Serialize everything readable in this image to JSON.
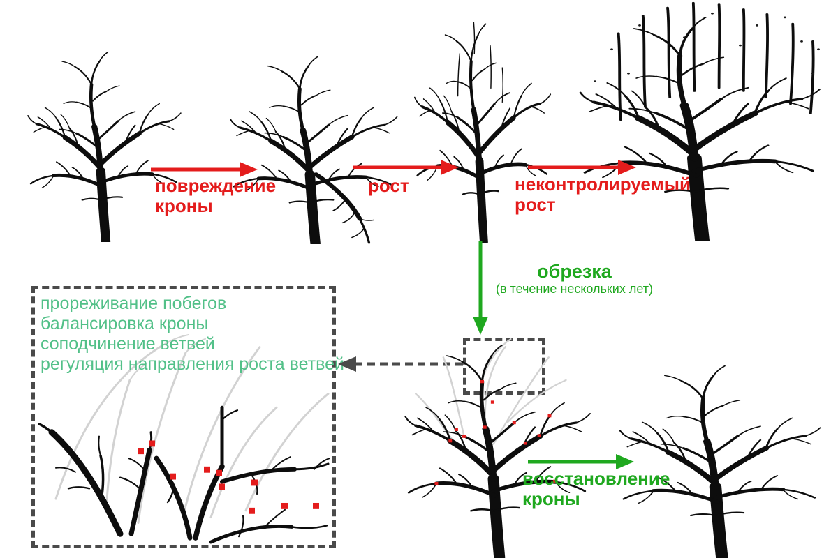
{
  "labels": {
    "damage": "повреждение кроны",
    "growth": "рост",
    "uncontrolled": "неконтролируемый рост",
    "pruning": "обрезка",
    "pruning_note": "(в течение нескольких лет)",
    "recovery": "восстановление кроны"
  },
  "techniques": [
    "прореживание побегов",
    "балансировка кроны",
    "соподчинение ветвей",
    "регуляция направления роста ветвей"
  ],
  "colors": {
    "arrow_red": "#e41c1c",
    "arrow_green": "#1fa81f",
    "list_green": "#52c088",
    "dash_gray": "#4a4a4a",
    "branch_black": "#0d0d0d",
    "faded_gray": "#d2d2d2"
  }
}
